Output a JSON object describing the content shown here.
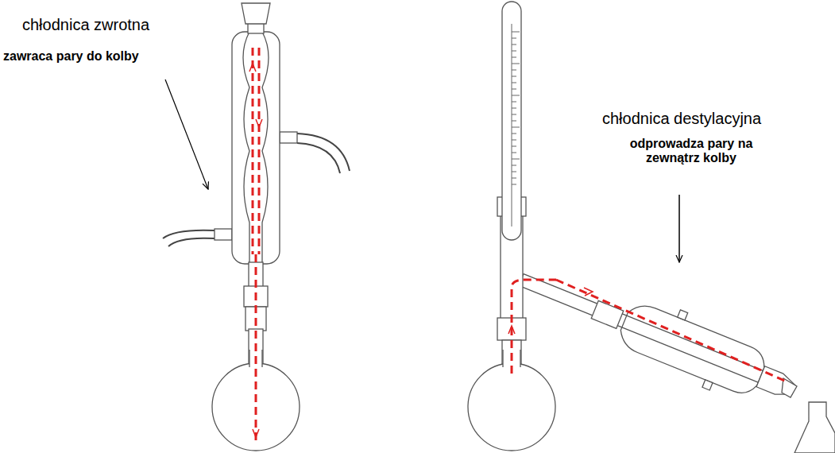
{
  "diagram": {
    "labels": [
      "chłodnica zwrotna",
      "zawraca pary do kolby",
      "chłodnica destylacyjna",
      "odprowadza pary na zewnątrz kolby"
    ]
  }
}
